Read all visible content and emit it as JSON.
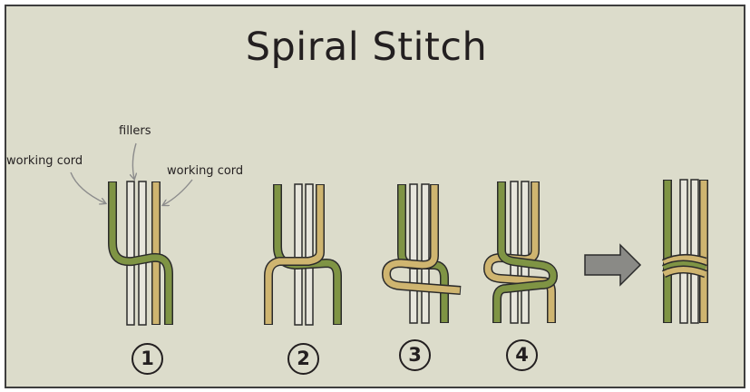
{
  "title": "Spiral Stitch",
  "labels": {
    "working_cord_left": "working cord",
    "fillers": "fillers",
    "working_cord_right": "working cord"
  },
  "step_numbers": [
    "1",
    "2",
    "3",
    "4"
  ],
  "colors": {
    "background": "#dcdccb",
    "green_cord": "#7f9444",
    "tan_cord": "#cfb570",
    "filler_cord": "#e7e6dc",
    "outline": "#2b2b2b",
    "arrow": "#8a8a86",
    "pointer": "#8c8c8c"
  },
  "icons": [
    "right-arrow-icon"
  ]
}
